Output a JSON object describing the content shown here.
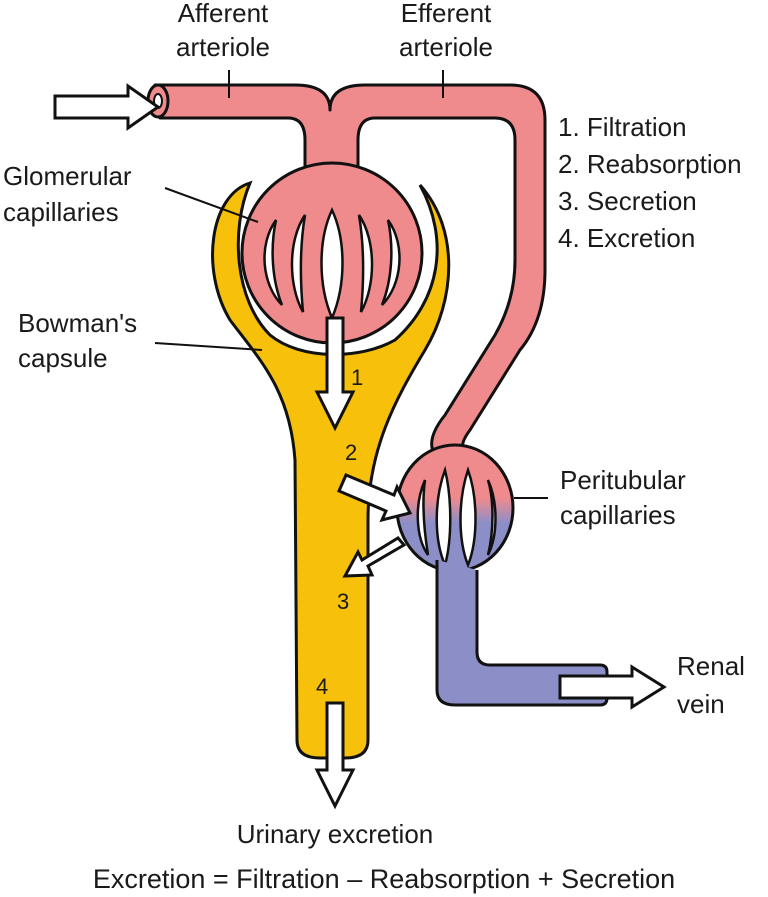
{
  "labels": {
    "afferent_l1": "Afferent",
    "afferent_l2": "arteriole",
    "efferent_l1": "Efferent",
    "efferent_l2": "arteriole",
    "glomerular_l1": "Glomerular",
    "glomerular_l2": "capillaries",
    "bowman_l1": "Bowman's",
    "bowman_l2": "capsule",
    "peritubular_l1": "Peritubular",
    "peritubular_l2": "capillaries",
    "renal_l1": "Renal",
    "renal_l2": "vein",
    "urinary": "Urinary excretion",
    "equation": "Excretion = Filtration – Reabsorption + Secretion"
  },
  "legend": [
    "1. Filtration",
    "2. Reabsorption",
    "3. Secretion",
    "4. Excretion"
  ],
  "step_numbers": [
    "1",
    "2",
    "3",
    "4"
  ],
  "colors": {
    "arterial": "#ef8a8d",
    "venous": "#8c8fc7",
    "capsule": "#f7c00a",
    "outline": "#111111"
  }
}
